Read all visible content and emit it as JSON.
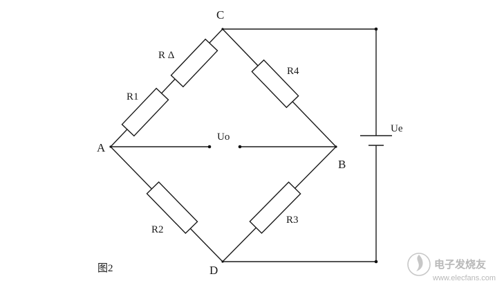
{
  "diagram": {
    "nodes": {
      "a": "A",
      "b": "B",
      "c": "C",
      "d": "D"
    },
    "resistors": {
      "r_delta": "R Δ",
      "r1": "R1",
      "r2": "R2",
      "r3": "R3",
      "r4": "R4"
    },
    "output_voltage": "Uo",
    "supply_voltage": "Ue",
    "figure_label": "图2"
  },
  "watermark": {
    "name": "电子发烧友",
    "url": "www.elecfans.com",
    "logo_icon": "flame-logo-icon"
  },
  "colors": {
    "line": "#1a1a1a",
    "watermark": "#b8b8b8"
  }
}
